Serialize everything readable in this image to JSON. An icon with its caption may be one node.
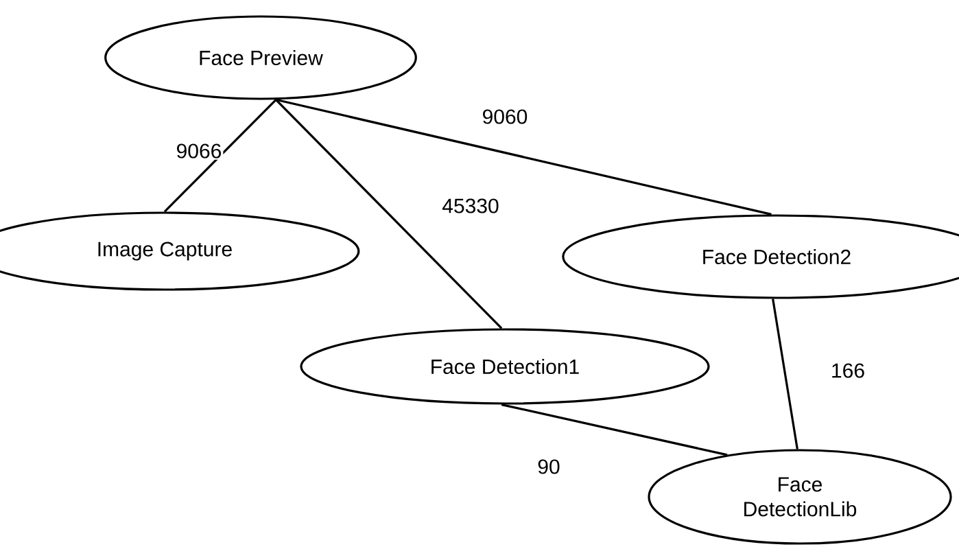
{
  "diagram": {
    "nodes": [
      {
        "text": [
          "Face Preview"
        ]
      },
      {
        "text": [
          "Image Capture"
        ]
      },
      {
        "text": [
          "Face Detection1"
        ]
      },
      {
        "text": [
          "Face Detection2"
        ]
      },
      {
        "text": [
          "Face DetectionLib"
        ]
      }
    ],
    "edges": [
      {
        "from": 0,
        "to": 1,
        "arrow": "none",
        "label": "9066"
      },
      {
        "from": 0,
        "to": 2,
        "arrow": "none",
        "label": "45330"
      },
      {
        "from": 0,
        "to": 3,
        "arrow": "none",
        "label": "9060"
      },
      {
        "from": 2,
        "to": 4,
        "arrow": "none",
        "label": "90"
      },
      {
        "from": 3,
        "to": 4,
        "arrow": "none",
        "label": "166"
      }
    ]
  }
}
